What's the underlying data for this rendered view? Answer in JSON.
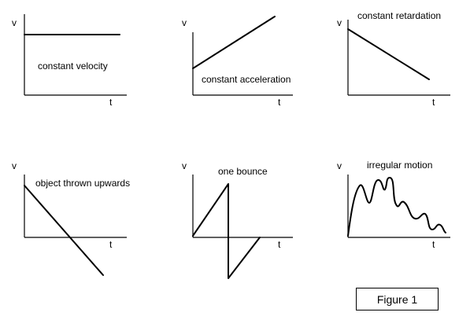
{
  "figure": {
    "caption": "Figure 1",
    "graphs": [
      {
        "id": "g1",
        "caption": "constant velocity",
        "ylabel": "v",
        "xlabel": "t"
      },
      {
        "id": "g2",
        "caption": "constant acceleration",
        "ylabel": "v",
        "xlabel": "t"
      },
      {
        "id": "g3",
        "caption": "constant retardation",
        "ylabel": "v",
        "xlabel": "t"
      },
      {
        "id": "g4",
        "caption": "object thrown upwards",
        "ylabel": "v",
        "xlabel": "t"
      },
      {
        "id": "g5",
        "caption": "one bounce",
        "ylabel": "v",
        "xlabel": "t"
      },
      {
        "id": "g6",
        "caption": "irregular motion",
        "ylabel": "v",
        "xlabel": "t"
      }
    ]
  }
}
